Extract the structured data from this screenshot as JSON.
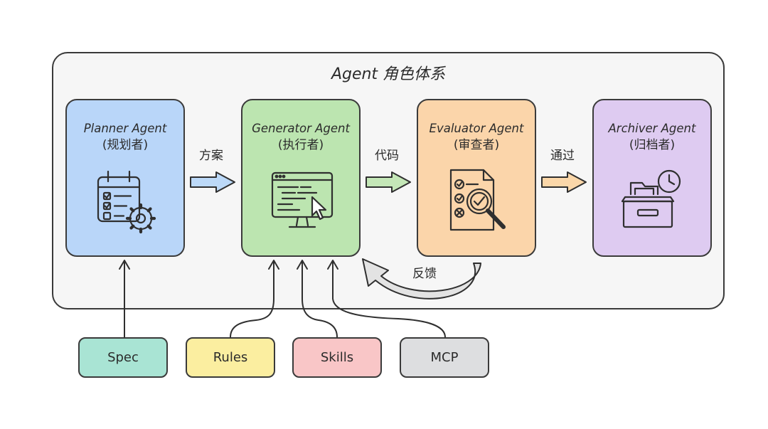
{
  "diagram": {
    "title": "Agent 角色体系",
    "agents": [
      {
        "id": "planner",
        "name": "Planner Agent",
        "role": "(规划者)",
        "color": "#b9d6f9",
        "icon": "calendar-gear-icon"
      },
      {
        "id": "generator",
        "name": "Generator Agent",
        "role": "(执行者)",
        "color": "#bce5b0",
        "icon": "monitor-code-cursor-icon"
      },
      {
        "id": "evaluator",
        "name": "Evaluator Agent",
        "role": "(审查者)",
        "color": "#fbd5aa",
        "icon": "checklist-magnifier-icon"
      },
      {
        "id": "archiver",
        "name": "Archiver Agent",
        "role": "(归档者)",
        "color": "#decbf1",
        "icon": "archive-box-clock-icon"
      }
    ],
    "flows": [
      {
        "from": "planner",
        "to": "generator",
        "label": "方案",
        "color": "#bcd9f8"
      },
      {
        "from": "generator",
        "to": "evaluator",
        "label": "代码",
        "color": "#c4e7b7"
      },
      {
        "from": "evaluator",
        "to": "archiver",
        "label": "通过",
        "color": "#fbd7a9"
      },
      {
        "from": "evaluator",
        "to": "generator",
        "label": "反馈",
        "color": "#e3e3e3"
      }
    ],
    "sources": [
      {
        "id": "spec",
        "label": "Spec",
        "color": "#a9e4d4",
        "target": "planner"
      },
      {
        "id": "rules",
        "label": "Rules",
        "color": "#fbeea0",
        "target": "generator"
      },
      {
        "id": "skills",
        "label": "Skills",
        "color": "#f9c6c7",
        "target": "generator"
      },
      {
        "id": "mcp",
        "label": "MCP",
        "color": "#dddee0",
        "target": "generator"
      }
    ]
  }
}
